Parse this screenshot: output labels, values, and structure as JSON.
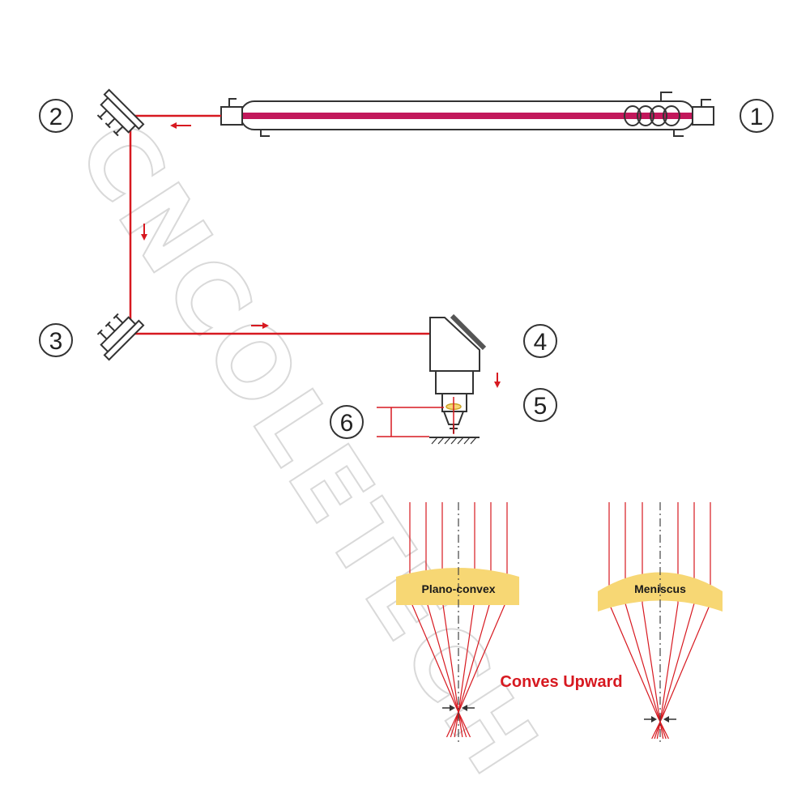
{
  "callouts": [
    {
      "id": "1",
      "label": "1"
    },
    {
      "id": "2",
      "label": "2"
    },
    {
      "id": "3",
      "label": "3"
    },
    {
      "id": "4",
      "label": "4"
    },
    {
      "id": "5",
      "label": "5"
    },
    {
      "id": "6",
      "label": "6"
    }
  ],
  "lenses": {
    "left": {
      "label": "Plano-convex"
    },
    "right": {
      "label": "Meniscus"
    }
  },
  "caption": "Conves Upward",
  "watermark": "CNCOLETECH",
  "colors": {
    "beam": "#d71920",
    "tube_core": "#c2185b",
    "lens_fill": "#f7d774",
    "caption": "#d71920",
    "outline": "#333333",
    "watermark": "#d9d9d9"
  }
}
